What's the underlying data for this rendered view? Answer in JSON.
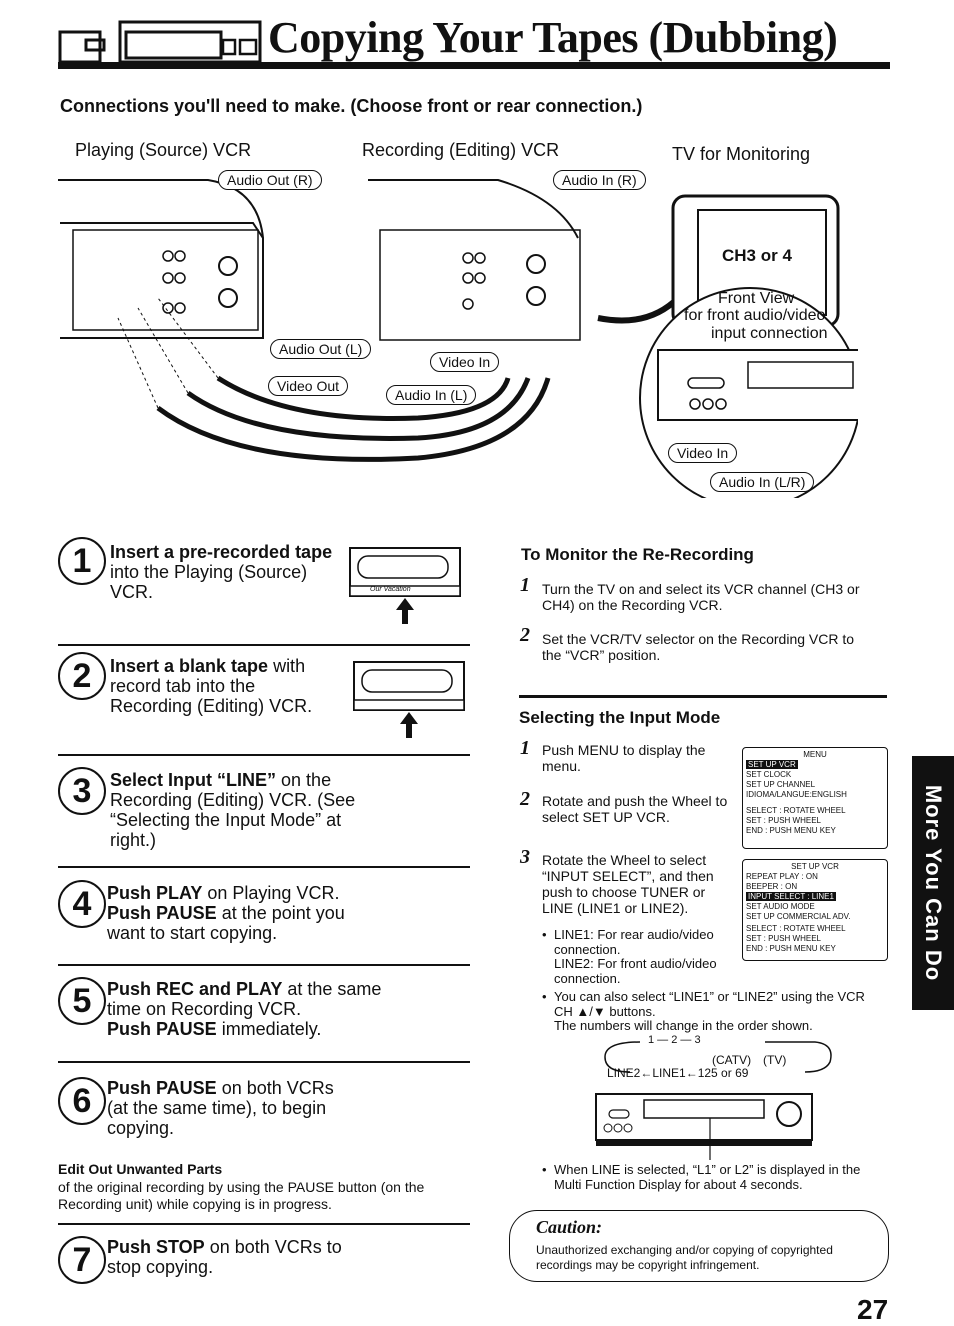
{
  "header": {
    "title": "Copying Your Tapes (Dubbing)",
    "subtitle": "Connections you'll need to make. (Choose front or rear connection.)"
  },
  "diagram": {
    "playing_label": "Playing (Source) VCR",
    "recording_label": "Recording (Editing) VCR",
    "tv_label": "TV for Monitoring",
    "audio_out_r": "Audio Out (R)",
    "audio_in_r": "Audio In (R)",
    "audio_out_l": "Audio Out (L)",
    "video_in": "Video In",
    "video_out": "Video Out",
    "audio_in_l": "Audio In (L)",
    "tv_screen": "CH3 or 4",
    "front_view_1": "Front View",
    "front_view_2": "for front audio/video",
    "front_view_3": "input connection",
    "front_video_in": "Video In",
    "front_audio_in": "Audio In (L/R)",
    "cassette_label": "Our Vacation"
  },
  "steps": [
    {
      "num": "1",
      "bold": "Insert a pre-recorded tape",
      "text": " into the Playing (Source) VCR."
    },
    {
      "num": "2",
      "bold": "Insert a blank tape",
      "text": " with record tab into the Recording (Editing) VCR."
    },
    {
      "num": "3",
      "bold": "Select Input “LINE”",
      "text": " on the Recording (Editing) VCR. (See “Selecting the Input Mode” at right.)"
    },
    {
      "num": "4",
      "bold": "Push PLAY",
      "text": " on Playing VCR.",
      "bold2": "Push PAUSE",
      "text2": " at the point you want to start copying."
    },
    {
      "num": "5",
      "bold": "Push REC and PLAY",
      "text": " at the same time on Recording VCR.",
      "bold2": "Push PAUSE",
      "text2": " immediately."
    },
    {
      "num": "6",
      "bold": "Push PAUSE",
      "text": " on both VCRs (at the same time), to begin copying."
    },
    {
      "num": "7",
      "bold": "Push STOP",
      "text": " on both VCRs to stop copying."
    }
  ],
  "edit_out": {
    "heading": "Edit Out Unwanted Parts",
    "body": "of the original recording by using the PAUSE button (on the Recording unit) while copying is in progress."
  },
  "monitor": {
    "heading": "To Monitor the Re-Recording",
    "items": [
      {
        "num": "1",
        "text": "Turn the TV on and select its VCR channel (CH3 or CH4) on the Recording VCR."
      },
      {
        "num": "2",
        "text": "Set the VCR/TV selector on the Recording VCR to the “VCR” position."
      }
    ]
  },
  "input_mode": {
    "heading": "Selecting the Input Mode",
    "items": [
      {
        "num": "1",
        "text": "Push MENU to display the menu."
      },
      {
        "num": "2",
        "text": "Rotate and push the Wheel to select SET UP VCR."
      },
      {
        "num": "3",
        "text": "Rotate the Wheel to select “INPUT SELECT”, and then push to choose TUNER or LINE (LINE1 or LINE2)."
      }
    ],
    "bullet1_a": "LINE1: For rear audio/video connection.",
    "bullet1_b": "LINE2: For front audio/video connection.",
    "bullet2": "You can also select “LINE1” or “LINE2” using the VCR CH ▲/▼ buttons.",
    "bullet2_b": "The numbers will change in the order shown.",
    "bullet3": "When LINE is selected, “L1” or L2” is displayed in the Multi Function Display for about 4 seconds.",
    "sequence_top": "1 — 2 — 3",
    "sequence_catv": "(CATV)",
    "sequence_tv": "(TV)",
    "sequence_bottom": "LINE2←LINE1←125 or 69"
  },
  "menu1": {
    "header": "MENU",
    "items": [
      "SET UP VCR",
      "SET CLOCK",
      "SET UP CHANNEL",
      "IDIOMA/LANGUE:ENGLISH"
    ],
    "footer": [
      "SELECT : ROTATE WHEEL",
      "SET : PUSH WHEEL",
      "END : PUSH MENU KEY"
    ]
  },
  "menu2": {
    "header": "SET UP VCR",
    "items": [
      "REPEAT PLAY : ON",
      "BEEPER : ON",
      "INPUT SELECT : LINE1",
      "SET AUDIO MODE",
      "SET UP COMMERCIAL ADV."
    ],
    "footer": [
      "SELECT : ROTATE WHEEL",
      "SET : PUSH WHEEL",
      "END : PUSH MENU KEY"
    ]
  },
  "caution": {
    "title": "Caution:",
    "body": "Unauthorized exchanging and/or copying of copyrighted recordings may be copyright infringement."
  },
  "side_tab": "More You Can Do",
  "page_number": "27"
}
